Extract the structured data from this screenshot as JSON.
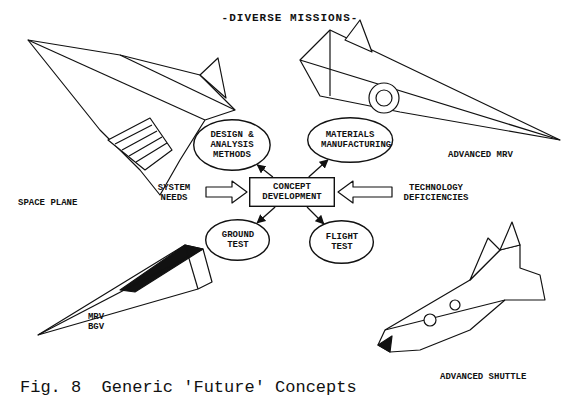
{
  "diagram": {
    "title": "-DIVERSE MISSIONS-",
    "caption": "Fig. 8  Generic 'Future' Concepts",
    "nodes": [
      {
        "text": [
          "DESIGN & ANALYSIS METHODS"
        ]
      },
      {
        "text": [
          "MATERIALS MANUFACTURING"
        ]
      },
      {
        "text": [
          "CONCEPT DEVELOPMENT"
        ]
      },
      {
        "text": [
          "GROUND TEST"
        ]
      },
      {
        "text": [
          "FLIGHT TEST"
        ]
      }
    ],
    "edges": [
      {
        "from": 2,
        "to": 0,
        "arrow": "to"
      },
      {
        "from": 2,
        "to": 1,
        "arrow": "to"
      },
      {
        "from": 2,
        "to": 3,
        "arrow": "to"
      },
      {
        "from": 2,
        "to": 4,
        "arrow": "to"
      }
    ],
    "labels": [
      "SPACE PLANE",
      "ADVANCED MRV",
      "SYSTEM NEEDS",
      "TECHNOLOGY DEFICIENCIES",
      "MRV BGV",
      "ADVANCED SHUTTLE"
    ]
  }
}
